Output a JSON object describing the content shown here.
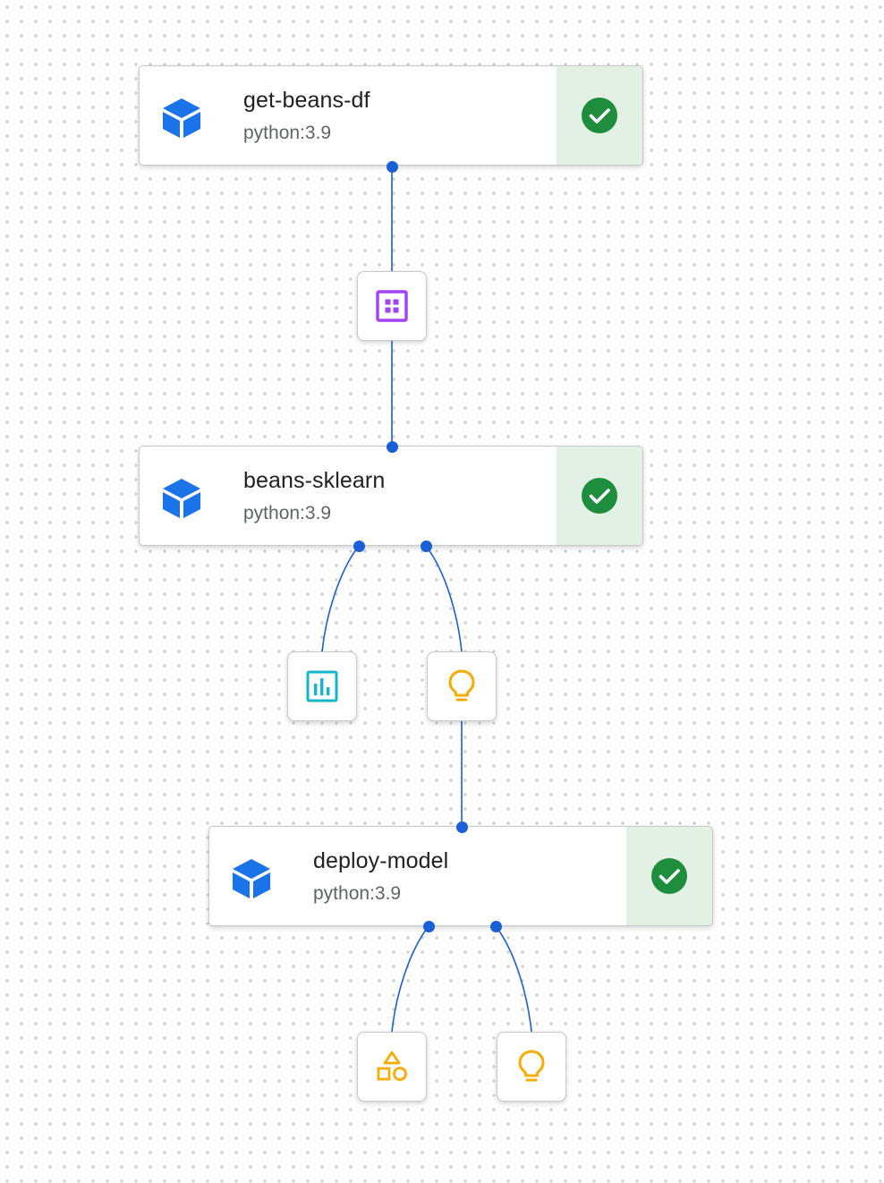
{
  "colors": {
    "edge": "#1a5fd6",
    "task_icon": "#1a73e8",
    "status_success": "#1e8e3e",
    "status_bg": "#e3f1e5",
    "dataset_icon": "#a142f4",
    "metrics_icon": "#12b5cb",
    "model_icon": "#f9ab00"
  },
  "tasks": [
    {
      "name": "get-beans-df",
      "image": "python:3.9",
      "icon": "cube-icon",
      "status": "succeeded",
      "status_icon": "check-circle-icon"
    },
    {
      "name": "beans-sklearn",
      "image": "python:3.9",
      "icon": "cube-icon",
      "status": "succeeded",
      "status_icon": "check-circle-icon"
    },
    {
      "name": "deploy-model",
      "image": "python:3.9",
      "icon": "cube-icon",
      "status": "succeeded",
      "status_icon": "check-circle-icon"
    }
  ],
  "artifacts": [
    {
      "kind": "dataset",
      "icon": "table-grid-icon",
      "producer": "get-beans-df"
    },
    {
      "kind": "metrics",
      "icon": "bar-chart-icon",
      "producer": "beans-sklearn"
    },
    {
      "kind": "model",
      "icon": "lightbulb-icon",
      "producer": "beans-sklearn"
    },
    {
      "kind": "endpoint",
      "icon": "shapes-icon",
      "producer": "deploy-model"
    },
    {
      "kind": "model",
      "icon": "lightbulb-icon",
      "producer": "deploy-model"
    }
  ]
}
